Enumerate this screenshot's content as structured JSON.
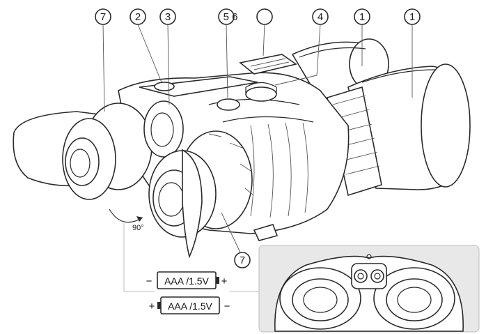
{
  "callouts": {
    "c7_top": "7",
    "c2": "2",
    "c3": "3",
    "c56": "5 6",
    "c_blank": "",
    "c4": "4",
    "c1_a": "1",
    "c1_b": "1",
    "c7_bottom": "7"
  },
  "rotation_label": "90°",
  "batteries": [
    {
      "label": "AAA /1.5V",
      "left_sign": "−",
      "right_sign": "+"
    },
    {
      "label": "AAA /1.5V",
      "left_sign": "+",
      "right_sign": "−"
    }
  ],
  "colors": {
    "line": "#2a2a2a",
    "inset_bg": "#e8e8e8",
    "guide": "#bdbdbd"
  }
}
